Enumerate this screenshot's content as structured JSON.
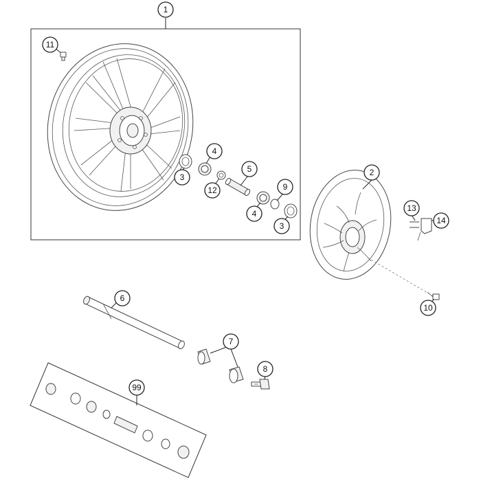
{
  "callouts": {
    "c1": "1",
    "c2": "2",
    "c3a": "3",
    "c3b": "3",
    "c4a": "4",
    "c4b": "4",
    "c5": "5",
    "c6": "6",
    "c7": "7",
    "c8": "8",
    "c9": "9",
    "c10": "10",
    "c11": "11",
    "c12": "12",
    "c13": "13",
    "c14": "14",
    "c99": "99"
  }
}
